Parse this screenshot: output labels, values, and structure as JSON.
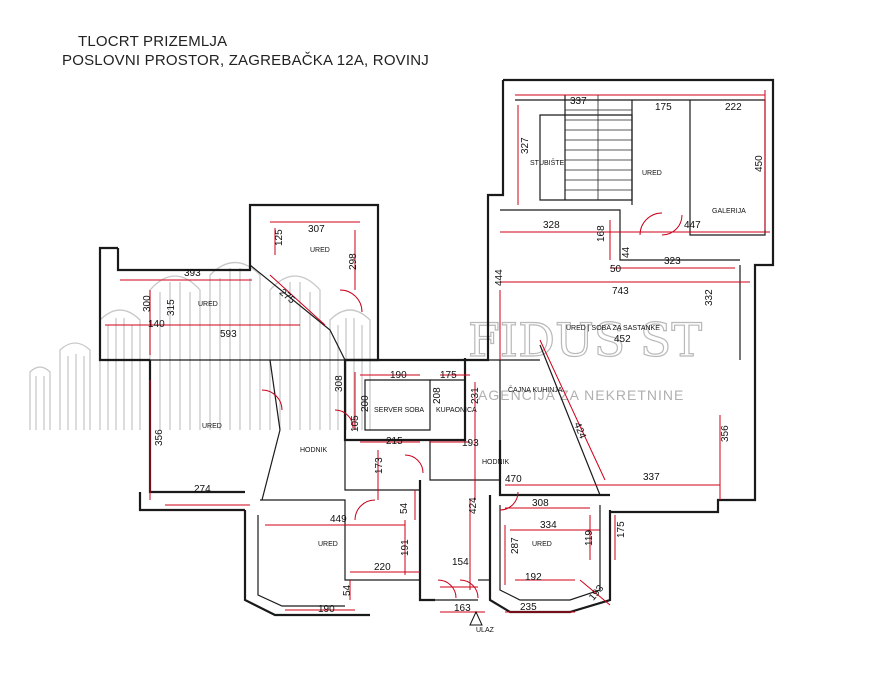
{
  "title": {
    "line1": "TLOCRT  PRIZEMLJA",
    "line2": "POSLOVNI PROSTOR, ZAGREBAČKA 12A, ROVINJ"
  },
  "watermark": {
    "brand": "FIDUS ST",
    "tagline": "AGENCIJA ZA NEKRETNINE"
  },
  "rooms": [
    {
      "id": "stubiste",
      "label": "STUBIŠTE"
    },
    {
      "id": "ured-top",
      "label": "URED"
    },
    {
      "id": "galerija",
      "label": "GALERIJA"
    },
    {
      "id": "ured-nw",
      "label": "URED"
    },
    {
      "id": "ured-w1",
      "label": "URED"
    },
    {
      "id": "ured-w2",
      "label": "URED"
    },
    {
      "id": "hodnik-w",
      "label": "HODNIK"
    },
    {
      "id": "server",
      "label": "SERVER SOBA"
    },
    {
      "id": "kupaonica",
      "label": "KUPAONICA"
    },
    {
      "id": "cajna",
      "label": "ČAJNA KUHINJA"
    },
    {
      "id": "ured-meet",
      "label": "URED | SOBA ZA SASTANKE"
    },
    {
      "id": "hodnik-c",
      "label": "HODNIK"
    },
    {
      "id": "ured-sw",
      "label": "URED"
    },
    {
      "id": "ured-se",
      "label": "URED"
    },
    {
      "id": "ulaz",
      "label": "ULAZ"
    }
  ],
  "dimensions": [
    "337",
    "175",
    "222",
    "327",
    "450",
    "328",
    "447",
    "168",
    "44",
    "50",
    "323",
    "743",
    "332",
    "452",
    "444",
    "307",
    "125",
    "298",
    "393",
    "275",
    "300",
    "315",
    "140",
    "593",
    "356",
    "308",
    "200",
    "190",
    "175",
    "208",
    "231",
    "215",
    "193",
    "105",
    "424",
    "356",
    "173",
    "274",
    "470",
    "337",
    "54",
    "449",
    "424",
    "308",
    "334",
    "175",
    "287",
    "119",
    "191",
    "220",
    "154",
    "192",
    "193",
    "54",
    "190",
    "163",
    "235"
  ]
}
